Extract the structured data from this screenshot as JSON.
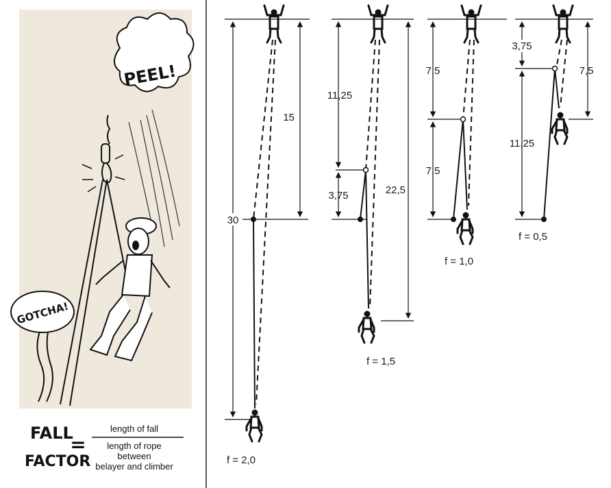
{
  "cartoon": {
    "peel": "PEEL!",
    "gotcha": "GOTCHA!",
    "fall_word": "FALL",
    "factor_word": "FACTOR",
    "equals": "=",
    "numerator": "length of fall",
    "denominator_1": "length of rope",
    "denominator_2": "between",
    "denominator_3": "belayer and climber",
    "colors": {
      "paper": "#efe8dc",
      "ink": "#111111"
    }
  },
  "scenarios": [
    {
      "fall_factor_label": "f = 2,0",
      "dimensions": [
        "15",
        "30"
      ]
    },
    {
      "fall_factor_label": "f = 1,5",
      "dimensions": [
        "11,25",
        "3,75",
        "22,5"
      ]
    },
    {
      "fall_factor_label": "f = 1,0",
      "dimensions": [
        "7,5",
        "7,5"
      ]
    },
    {
      "fall_factor_label": "f = 0,5",
      "dimensions": [
        "3,75",
        "11,25",
        "7,5"
      ]
    }
  ]
}
